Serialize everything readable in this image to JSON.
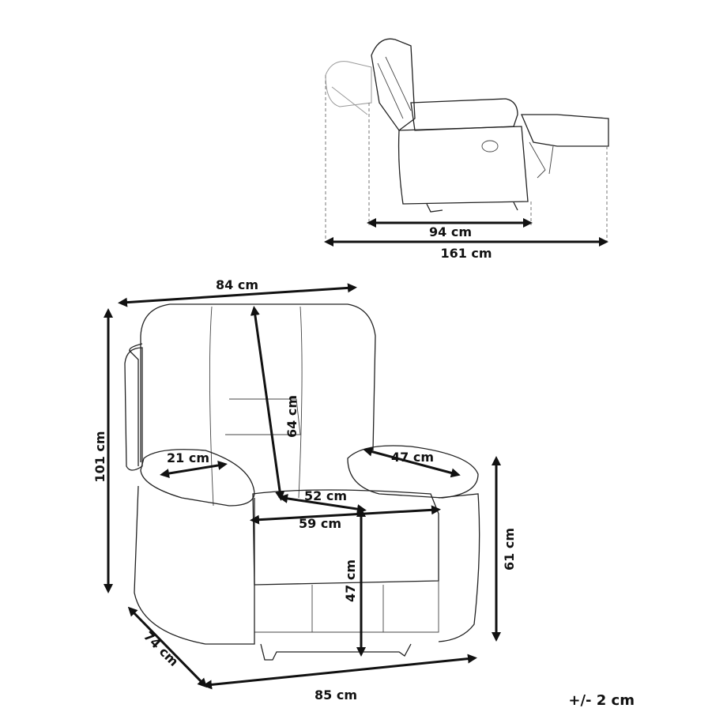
{
  "side_view": {
    "depth_upright": "94 cm",
    "depth_reclined": "161 cm"
  },
  "front_view": {
    "width_top": "84 cm",
    "height_total": "101 cm",
    "backrest_height": "64 cm",
    "armrest_width": "21 cm",
    "armrest_depth": "47 cm",
    "seat_depth": "52 cm",
    "seat_width": "59 cm",
    "armrest_height": "61 cm",
    "seat_height": "47 cm",
    "depth_base": "74 cm",
    "width_base": "85 cm"
  },
  "tolerance": "+/- 2 cm"
}
